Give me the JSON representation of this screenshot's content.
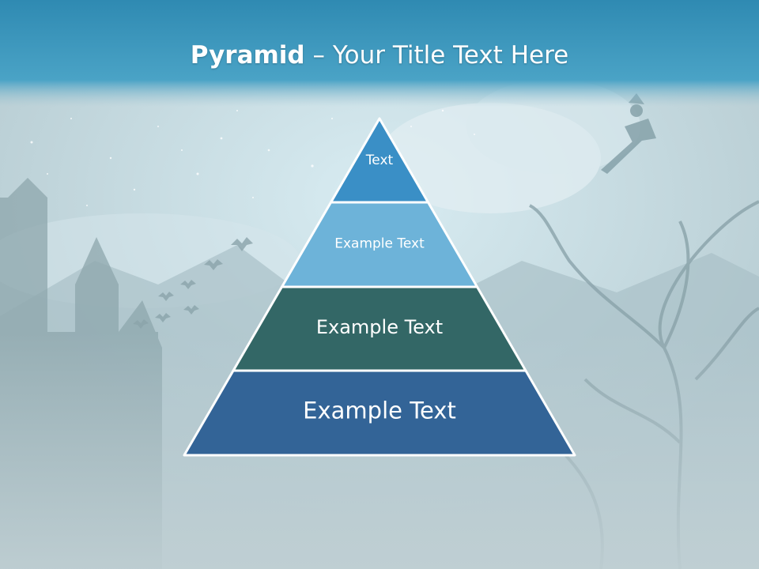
{
  "slide": {
    "title_bold": "Pyramid",
    "title_rest": " – Your Title Text Here"
  },
  "pyramid": {
    "tiers": [
      {
        "label": "Text",
        "color": "#3a8fc6"
      },
      {
        "label": "Example Text",
        "color": "#6db3d9"
      },
      {
        "label": "Example Text",
        "color": "#336766"
      },
      {
        "label": "Example Text",
        "color": "#336497"
      }
    ]
  },
  "colors": {
    "header_band": "#3f97bc",
    "background": "#b9cdd3",
    "tier_outline": "#ffffff"
  }
}
